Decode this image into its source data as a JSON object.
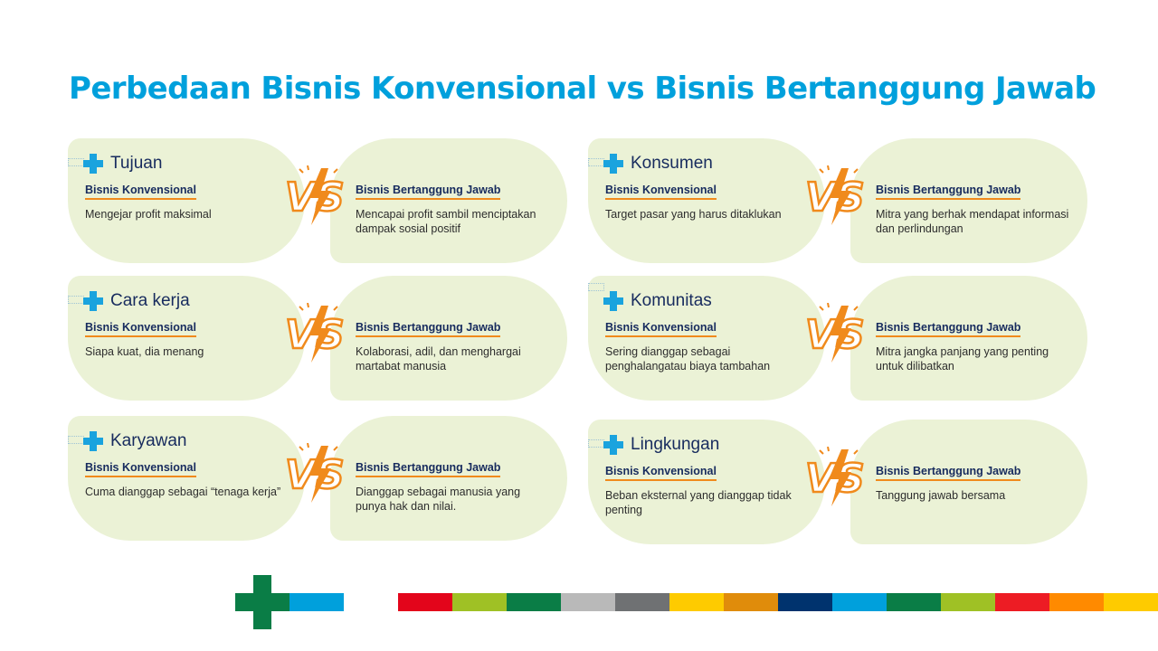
{
  "title": "Perbedaan Bisnis Konvensional vs Bisnis Bertanggung Jawab",
  "label_left": "Bisnis Konvensional",
  "label_right": "Bisnis Bertanggung Jawab",
  "icons": {
    "category": "plus-icon",
    "versus": "vs-lightning-icon"
  },
  "colors": {
    "title": "#00a0dc",
    "panel": "#ebf2d6",
    "heading": "#172b5e",
    "underline": "#f08a1c",
    "icon": "#1aa3de",
    "vs": "#f08a1c"
  },
  "cards": [
    {
      "category": "Tujuan",
      "conventional": "Mengejar profit maksimal",
      "responsible": "Mencapai profit sambil menciptakan dampak sosial positif"
    },
    {
      "category": "Konsumen",
      "conventional": "Target pasar yang harus ditaklukan",
      "responsible": "Mitra yang berhak mendapat informasi dan perlindungan"
    },
    {
      "category": "Cara kerja",
      "conventional": "Siapa kuat, dia menang",
      "responsible": "Kolaborasi, adil, dan menghargai martabat manusia"
    },
    {
      "category": "Komunitas",
      "conventional": "Sering dianggap sebagai penghalangatau biaya tambahan",
      "responsible": "Mitra jangka panjang yang penting untuk dilibatkan"
    },
    {
      "category": "Karyawan",
      "conventional": "Cuma dianggap sebagai “tenaga kerja”",
      "responsible": "Dianggap sebagai manusia yang punya hak dan nilai."
    },
    {
      "category": "Lingkungan",
      "conventional": "Beban eksternal yang dianggap tidak penting",
      "responsible": "Tanggung jawab bersama"
    }
  ],
  "footer_colors": [
    "#00a0dc",
    "#ffffff",
    "#e3051b",
    "#9fc125",
    "#0a7d46",
    "#b9b9b9",
    "#6f7173",
    "#fecb00",
    "#e08c0b",
    "#00336e",
    "#00a0dc",
    "#0a7d46",
    "#9fc125",
    "#ed1c24",
    "#ff8a00",
    "#fecb00"
  ],
  "footer_cross_color": "#0a7d46"
}
